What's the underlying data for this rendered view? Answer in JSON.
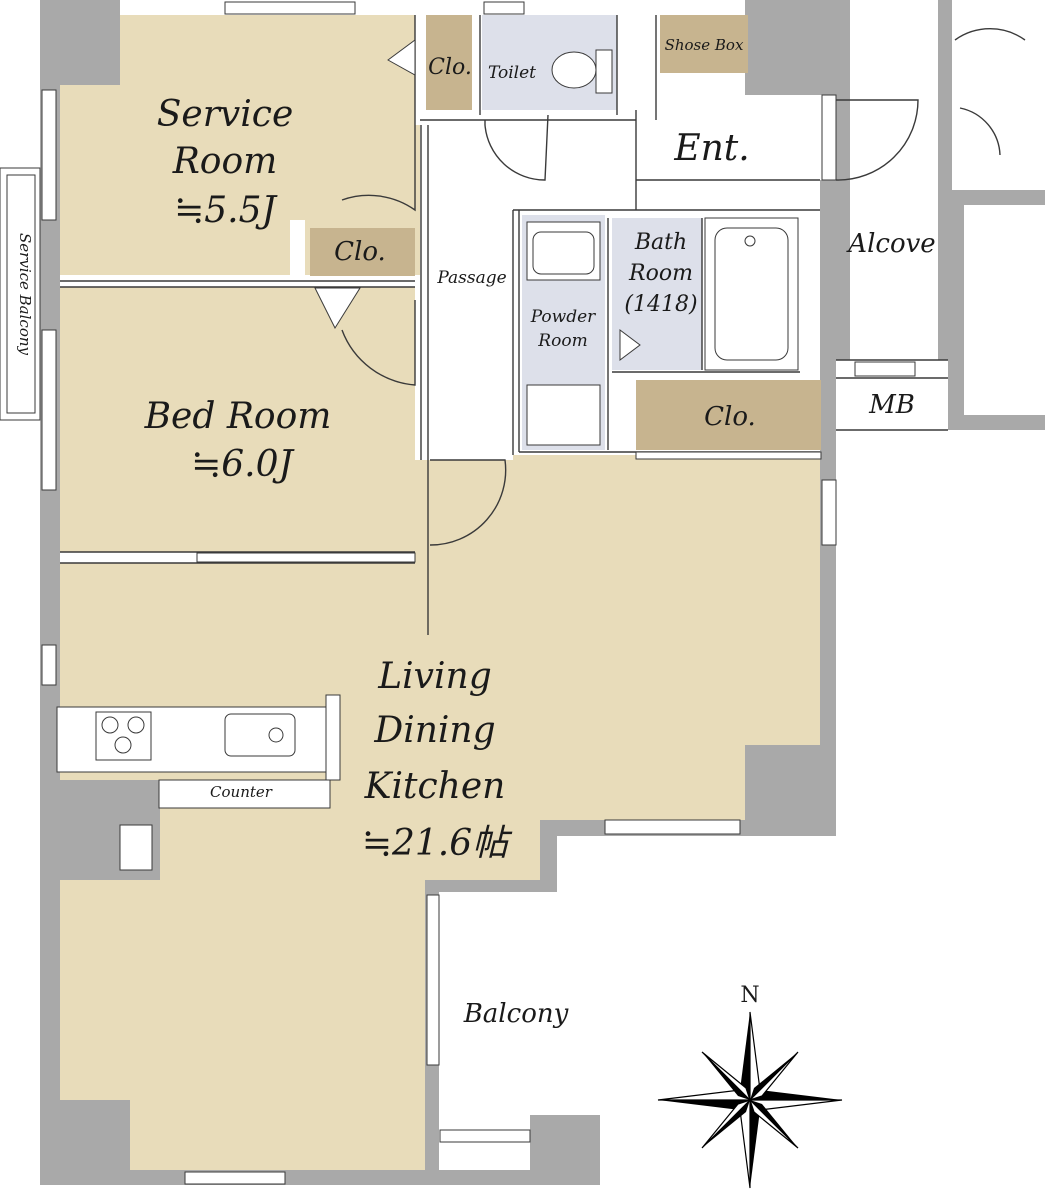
{
  "rooms": {
    "service_room": {
      "line1": "Service",
      "line2": "Room",
      "area": "≒5.5J"
    },
    "bed_room": {
      "line1": "Bed Room",
      "area": "≒6.0J"
    },
    "ldk": {
      "line1": "Living",
      "line2": "Dining",
      "line3": "Kitchen",
      "area": "≒21.6帖"
    },
    "toilet": "Toilet",
    "shoe_box": "Shose Box",
    "entrance": "Ent.",
    "alcove": "Alcove",
    "passage": "Passage",
    "bath_room": {
      "line1": "Bath",
      "line2": "Room",
      "line3": "(1418)"
    },
    "powder_room": {
      "line1": "Powder",
      "line2": "Room"
    },
    "closet_service": "Clo.",
    "closet_bed": "Clo.",
    "closet_bath": "Clo.",
    "meter_box": "MB",
    "service_balcony": "Service Balcony",
    "balcony": "Balcony",
    "counter": "Counter"
  },
  "compass": {
    "north": "N"
  },
  "colors": {
    "wall": "#a9a9a9",
    "floor": "#e8dcba",
    "closet": "#c7b48f",
    "wet_area": "#dde0ea"
  }
}
